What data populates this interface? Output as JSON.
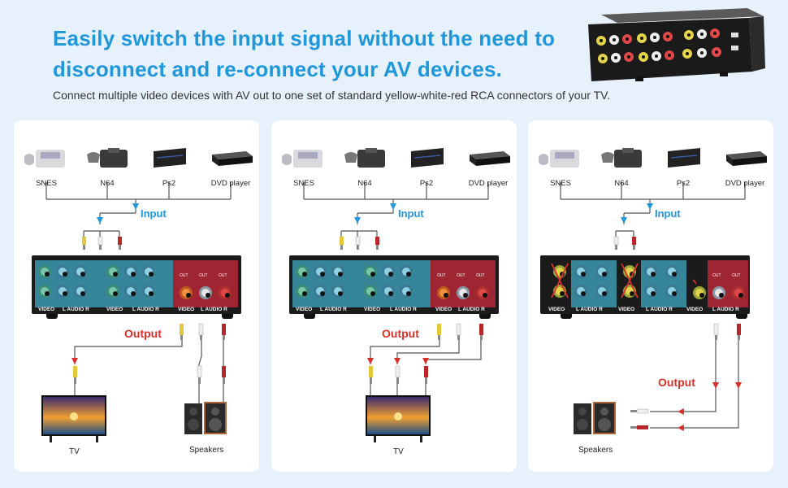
{
  "headline": {
    "line1": "Easily switch the input signal without the need to",
    "line2": "disconnect and re-connect your AV devices."
  },
  "subline": "Connect multiple video devices with AV out to one set of standard yellow-white-red RCA connectors of your TV.",
  "devices": [
    "SNES",
    "N64",
    "Ps2",
    "DVD player"
  ],
  "labels": {
    "input": "Input",
    "output": "Output",
    "tv": "TV",
    "speakers": "Speakers",
    "video": "VIDEO",
    "audio": "L  AUDIO  R",
    "out": "OUT"
  },
  "colors": {
    "accent": "#1f97d8",
    "output_red": "#d8312a",
    "background": "#e6f1fb",
    "switch_blue": "#3a8ea4",
    "switch_red": "#9e2531",
    "yellow_rca": "#e3d44c",
    "white_rca": "#e8e8e8",
    "red_rca": "#e04848"
  },
  "panels": [
    {
      "id": "audio-video-to-tv",
      "outputs": [
        "tv",
        "speakers"
      ]
    },
    {
      "id": "composite-to-tv",
      "outputs": [
        "tv"
      ]
    },
    {
      "id": "audio-only-to-speakers",
      "outputs": [
        "speakers"
      ]
    }
  ]
}
